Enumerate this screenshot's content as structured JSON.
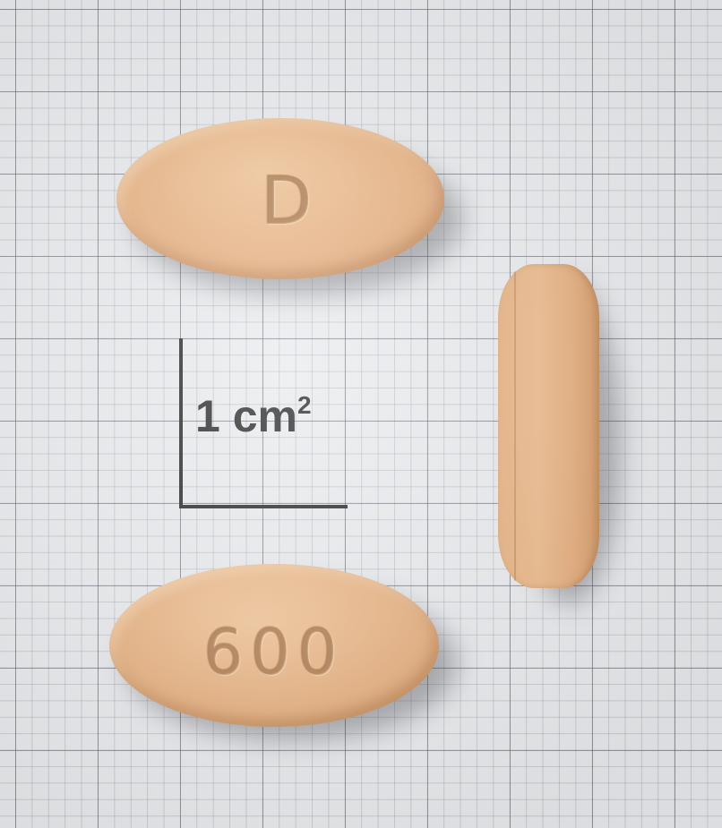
{
  "image": {
    "tablets": [
      {
        "view": "front",
        "imprint": "D"
      },
      {
        "view": "back",
        "imprint": "600"
      },
      {
        "view": "side",
        "imprint": ""
      }
    ],
    "scale": {
      "value_text": "1 cm",
      "superscript": "2"
    },
    "colors": {
      "tablet": "#e8b282",
      "grid_background": "#e9ebee",
      "scale_bar": "#2a2a2a"
    }
  }
}
